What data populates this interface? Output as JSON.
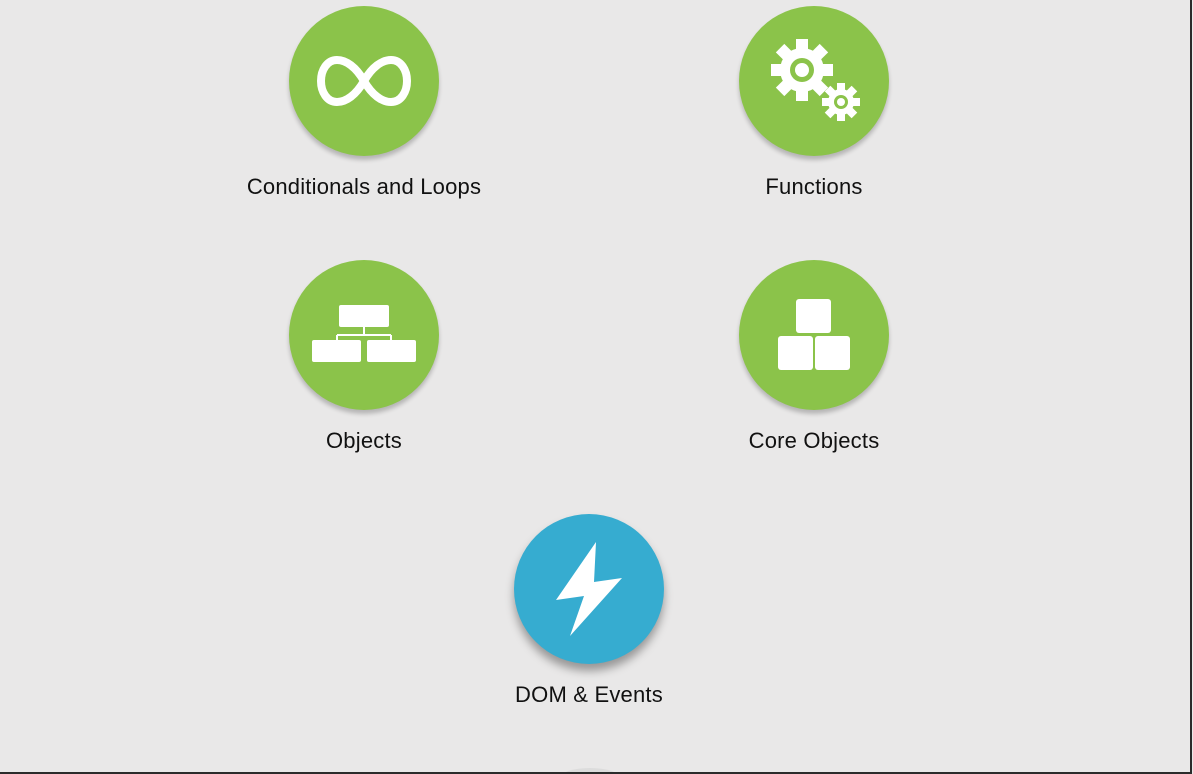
{
  "skills": [
    {
      "label": "Conditionals and Loops",
      "icon": "infinity-icon",
      "color": "#8bc34a"
    },
    {
      "label": "Functions",
      "icon": "gears-icon",
      "color": "#8bc34a"
    },
    {
      "label": "Objects",
      "icon": "hierarchy-icon",
      "color": "#8bc34a"
    },
    {
      "label": "Core Objects",
      "icon": "blocks-icon",
      "color": "#8bc34a"
    },
    {
      "label": "DOM & Events",
      "icon": "lightning-icon",
      "color": "#36acd0"
    }
  ]
}
